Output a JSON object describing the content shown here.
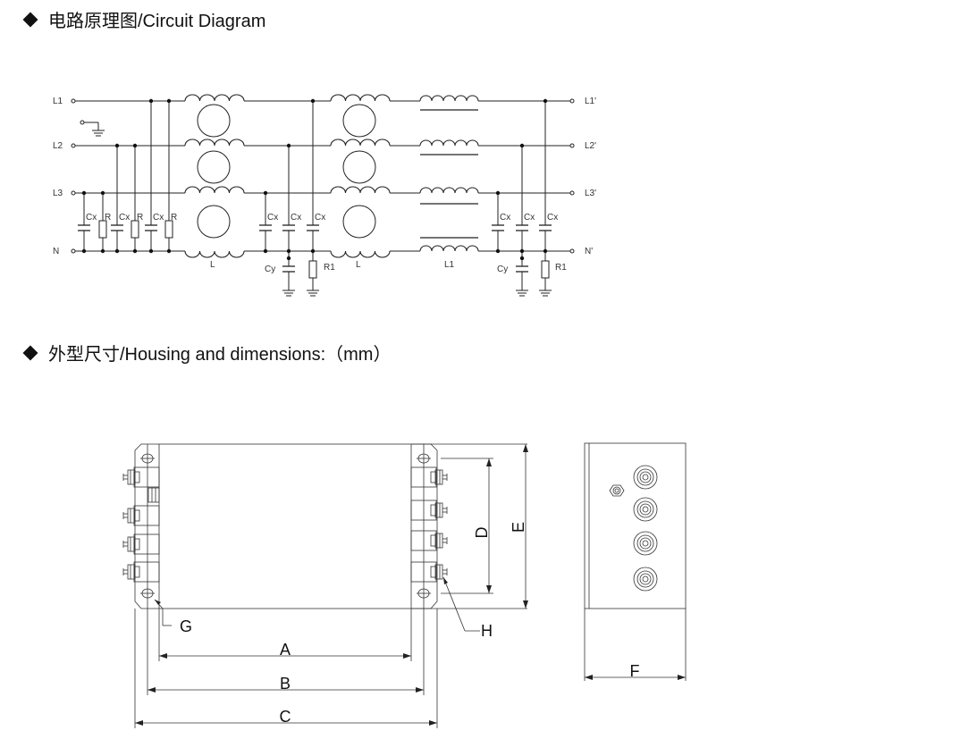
{
  "headings": {
    "circuit": "电路原理图/Circuit Diagram",
    "housing": "外型尺寸/Housing and dimensions:（mm）"
  },
  "circuit": {
    "inputs": [
      "L1",
      "L2",
      "L3",
      "N"
    ],
    "outputs": [
      "L1'",
      "L2'",
      "L3'",
      "N'"
    ],
    "labels": {
      "cx": "Cx",
      "r": "R",
      "cy": "Cy",
      "r1": "R1",
      "l": "L",
      "l1": "L1"
    }
  },
  "dimensions": {
    "A": "A",
    "B": "B",
    "C": "C",
    "D": "D",
    "E": "E",
    "F": "F",
    "G": "G",
    "H": "H"
  }
}
